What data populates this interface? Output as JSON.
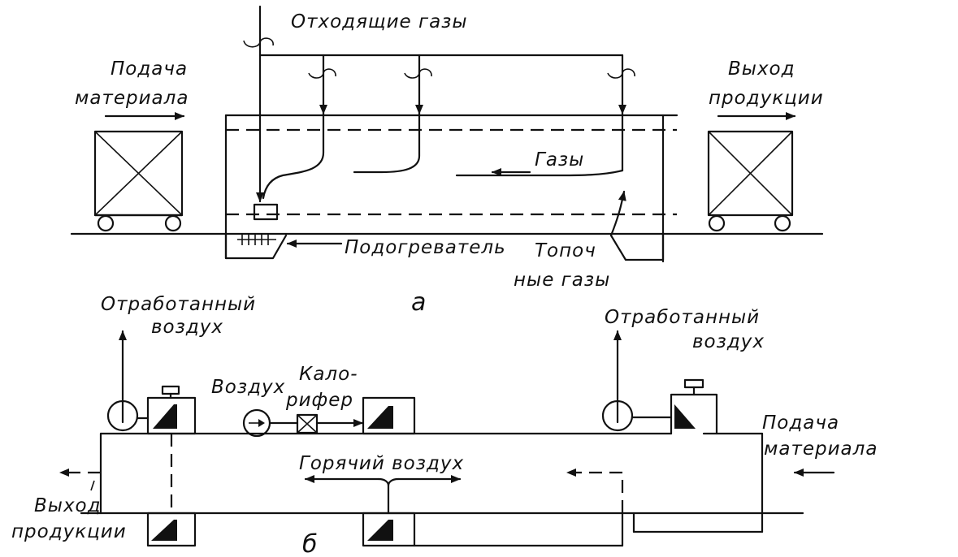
{
  "diagram_a": {
    "labels": {
      "exhaust_gases": "Отходящие газы",
      "feed_line1": "Подача",
      "feed_line2": "материала",
      "output_line1": "Выход",
      "output_line2": "продукции",
      "gases": "Газы",
      "heater": "Подогреватель",
      "flue_line1": "Топоч",
      "flue_line2": "ные газы",
      "caption": "а"
    }
  },
  "diagram_b": {
    "labels": {
      "spent_air_left_line1": "Отработанный",
      "spent_air_left_line2": "воздух",
      "spent_air_right_line1": "Отработанный",
      "spent_air_right_line2": "воздух",
      "air": "Воздух",
      "calorifier_line1": "Кало-",
      "calorifier_line2": "рифер",
      "feed_line1": "Подача",
      "feed_line2": "материала",
      "hot_air": "Горячий воздух",
      "output_line1": "Выход",
      "output_line2": "продукции",
      "caption": "б"
    }
  }
}
